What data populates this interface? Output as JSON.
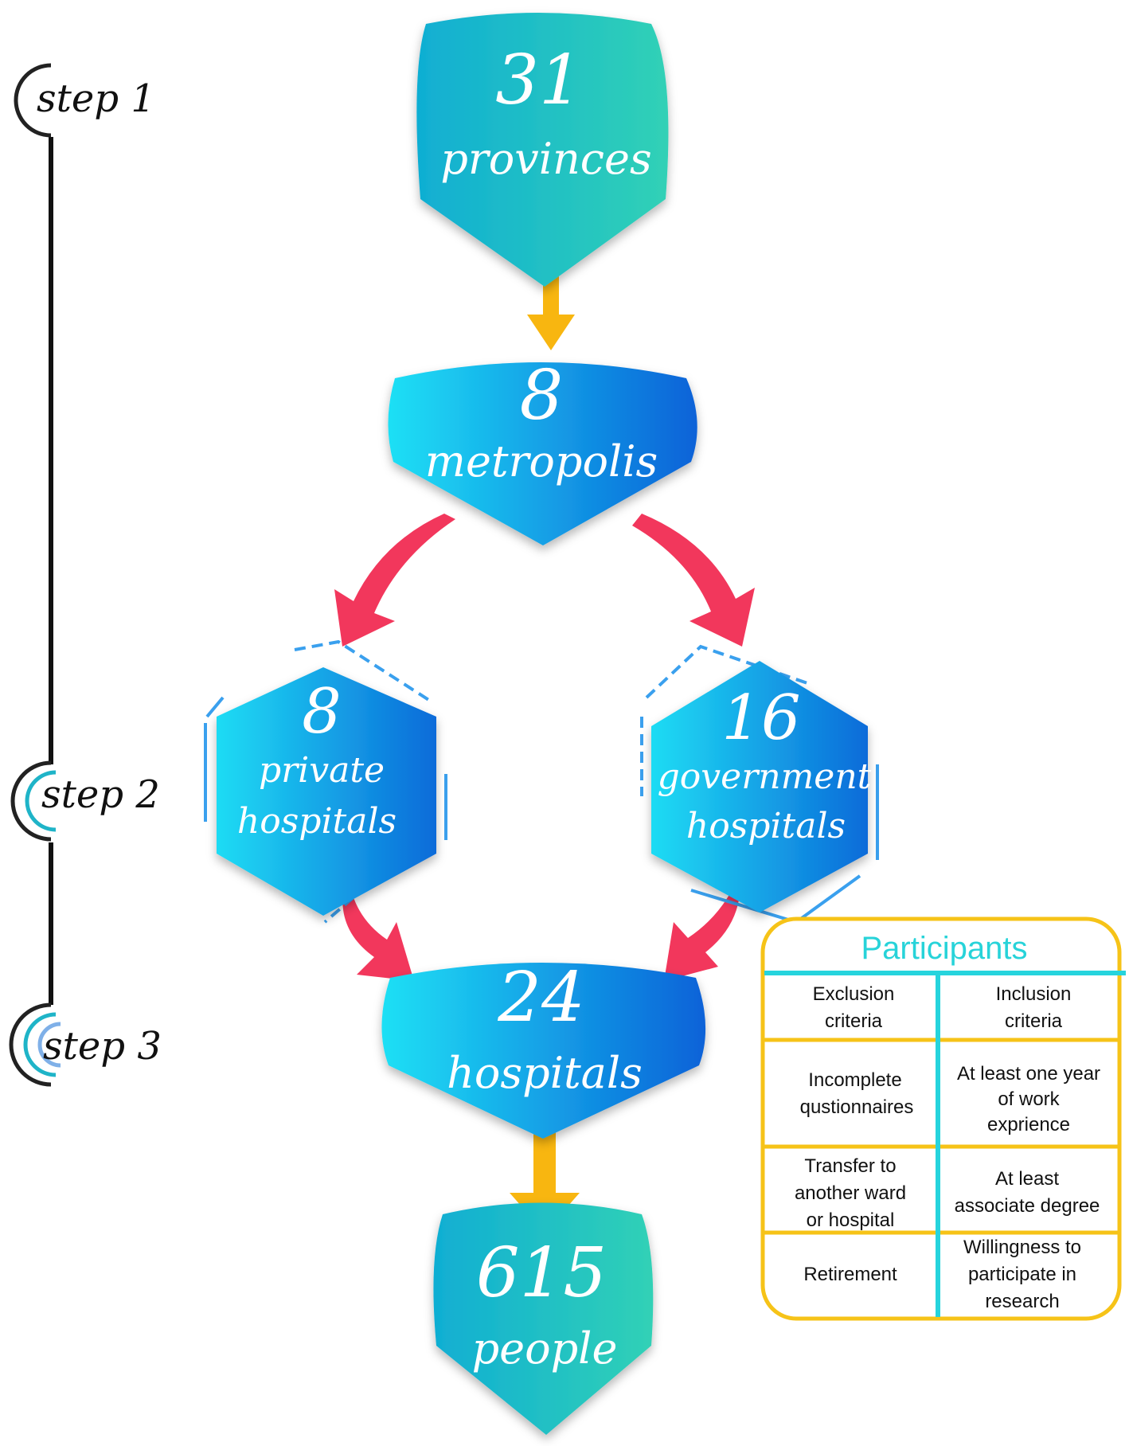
{
  "steps": [
    {
      "label": "step 1"
    },
    {
      "label": "step 2"
    },
    {
      "label": "step 3"
    }
  ],
  "nodes": {
    "provinces": {
      "number": "31",
      "label": "provinces"
    },
    "metropolis": {
      "number": "8",
      "label": "metropolis"
    },
    "private": {
      "number": "8",
      "line1": "private",
      "line2": "hospitals"
    },
    "government": {
      "number": "16",
      "line1": "government",
      "line2": "hospitals"
    },
    "hospitals": {
      "number": "24",
      "label": "hospitals"
    },
    "people": {
      "number": "615",
      "label": "people"
    }
  },
  "participants": {
    "title": "Participants",
    "headers": [
      {
        "left": [
          "Exclusion",
          "criteria"
        ],
        "right": [
          "Inclusion",
          "criteria"
        ]
      }
    ],
    "rows": [
      {
        "exclusion": [
          "Incomplete",
          "qustionnaires"
        ],
        "inclusion": [
          "At least one year",
          "of work",
          "exprience"
        ]
      },
      {
        "exclusion": [
          "Transfer to",
          "another ward",
          "or hospital"
        ],
        "inclusion": [
          "At least",
          "associate degree"
        ]
      },
      {
        "exclusion": [
          "Retirement"
        ],
        "inclusion": [
          "Willingness to",
          "participate in",
          "research"
        ]
      }
    ]
  },
  "colors": {
    "teal_gradient": [
      "#13b1d4",
      "#2ecfb9"
    ],
    "blue_gradient": [
      "#1ddcf4",
      "#0a66d8"
    ],
    "arrow_yellow": "#f8b610",
    "arrow_red": "#f2375c",
    "table_border": "#f6c318",
    "table_divider": "#26d4dd"
  }
}
